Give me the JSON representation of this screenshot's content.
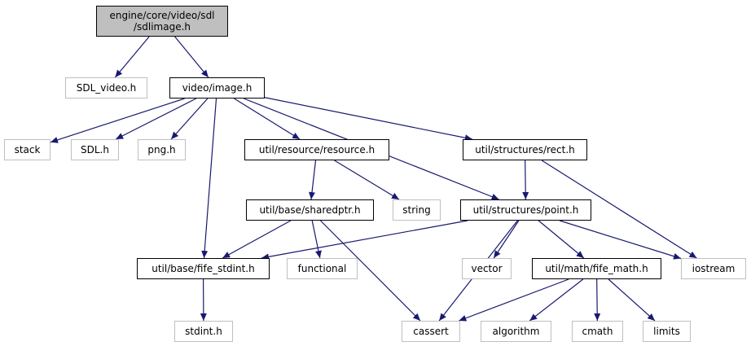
{
  "colors": {
    "edge": "#191970",
    "ext_border": "#bfbfbf",
    "root_fill": "#bfbfbf",
    "border": "#000000"
  },
  "nodes": {
    "root": {
      "label": "engine/core/video/sdl\n/sdlimage.h",
      "kind": "root"
    },
    "sdl_video": {
      "label": "SDL_video.h",
      "kind": "external"
    },
    "image": {
      "label": "video/image.h",
      "kind": "internal"
    },
    "stack": {
      "label": "stack",
      "kind": "external"
    },
    "sdl": {
      "label": "SDL.h",
      "kind": "external"
    },
    "png": {
      "label": "png.h",
      "kind": "external"
    },
    "resource": {
      "label": "util/resource/resource.h",
      "kind": "internal"
    },
    "rect": {
      "label": "util/structures/rect.h",
      "kind": "internal"
    },
    "sharedptr": {
      "label": "util/base/sharedptr.h",
      "kind": "internal"
    },
    "string": {
      "label": "string",
      "kind": "external"
    },
    "point": {
      "label": "util/structures/point.h",
      "kind": "internal"
    },
    "fife_stdint": {
      "label": "util/base/fife_stdint.h",
      "kind": "internal"
    },
    "functional": {
      "label": "functional",
      "kind": "external"
    },
    "vector": {
      "label": "vector",
      "kind": "external"
    },
    "fife_math": {
      "label": "util/math/fife_math.h",
      "kind": "internal"
    },
    "iostream": {
      "label": "iostream",
      "kind": "external"
    },
    "stdint": {
      "label": "stdint.h",
      "kind": "external"
    },
    "cassert": {
      "label": "cassert",
      "kind": "external"
    },
    "algorithm": {
      "label": "algorithm",
      "kind": "external"
    },
    "cmath": {
      "label": "cmath",
      "kind": "external"
    },
    "limits": {
      "label": "limits",
      "kind": "external"
    }
  },
  "edges": [
    [
      "root",
      "sdl_video"
    ],
    [
      "root",
      "image"
    ],
    [
      "image",
      "stack"
    ],
    [
      "image",
      "sdl"
    ],
    [
      "image",
      "png"
    ],
    [
      "image",
      "resource"
    ],
    [
      "image",
      "rect"
    ],
    [
      "image",
      "point"
    ],
    [
      "image",
      "fife_stdint"
    ],
    [
      "resource",
      "sharedptr"
    ],
    [
      "resource",
      "string"
    ],
    [
      "rect",
      "point"
    ],
    [
      "rect",
      "iostream"
    ],
    [
      "sharedptr",
      "fife_stdint"
    ],
    [
      "sharedptr",
      "functional"
    ],
    [
      "sharedptr",
      "cassert"
    ],
    [
      "point",
      "fife_stdint"
    ],
    [
      "point",
      "vector"
    ],
    [
      "point",
      "fife_math"
    ],
    [
      "point",
      "iostream"
    ],
    [
      "point",
      "cassert"
    ],
    [
      "fife_stdint",
      "stdint"
    ],
    [
      "fife_math",
      "cassert"
    ],
    [
      "fife_math",
      "algorithm"
    ],
    [
      "fife_math",
      "cmath"
    ],
    [
      "fife_math",
      "limits"
    ]
  ]
}
